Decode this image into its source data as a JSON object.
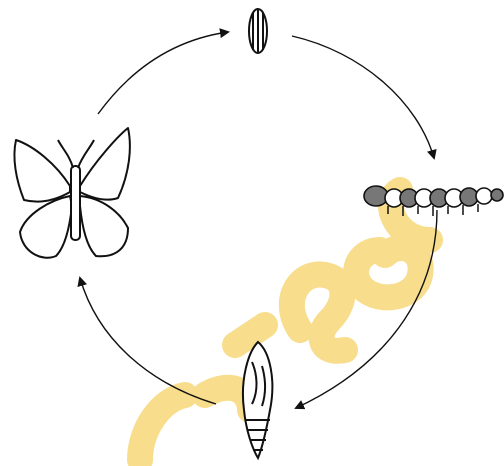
{
  "diagram": {
    "type": "cycle",
    "stages": [
      {
        "name": "egg",
        "icon": "egg-icon"
      },
      {
        "name": "caterpillar",
        "icon": "caterpillar-icon"
      },
      {
        "name": "pupa",
        "icon": "pupa-icon"
      },
      {
        "name": "butterfly",
        "icon": "butterfly-icon"
      }
    ],
    "arrows": [
      {
        "from": "egg",
        "to": "caterpillar"
      },
      {
        "from": "caterpillar",
        "to": "pupa"
      },
      {
        "from": "pupa",
        "to": "butterfly"
      },
      {
        "from": "butterfly",
        "to": "egg"
      }
    ],
    "colors": {
      "ink": "#111111",
      "watermark": "#f2c230"
    }
  }
}
